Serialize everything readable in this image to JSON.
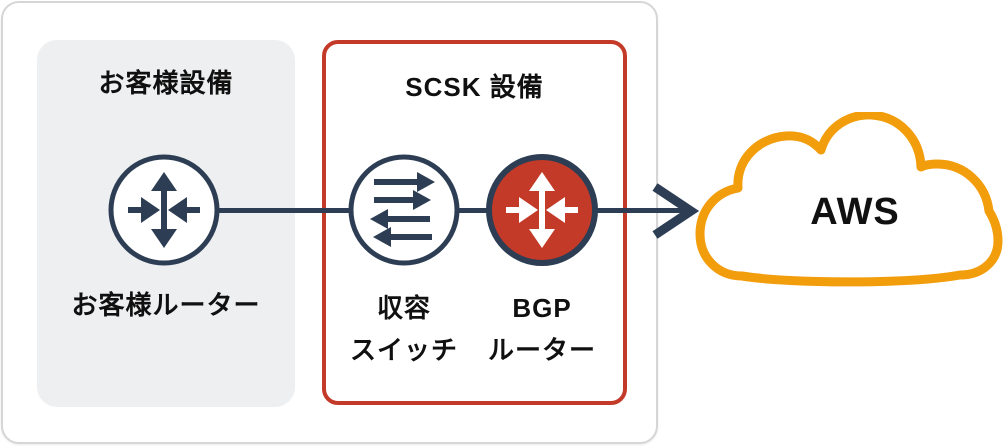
{
  "customer_area": {
    "title": "お客様設備",
    "router_label": "お客様ルーター"
  },
  "scsk_area": {
    "title": "SCSK 設備",
    "switch_label": [
      "収容",
      "スイッチ"
    ],
    "bgp_label": [
      "BGP",
      "ルーター"
    ]
  },
  "cloud": {
    "label": "AWS"
  },
  "icons": {
    "customer_router": "router-icon",
    "accommodation_switch": "switch-icon",
    "bgp_router": "router-icon",
    "aws": "cloud-icon",
    "connector": "arrow-right-icon"
  },
  "colors": {
    "navy": "#2D3E54",
    "red": "#C33A28",
    "orange": "#F29D0C",
    "gray_panel": "#EEEFF1",
    "container_border": "#D6D6D6",
    "text": "#101010"
  }
}
